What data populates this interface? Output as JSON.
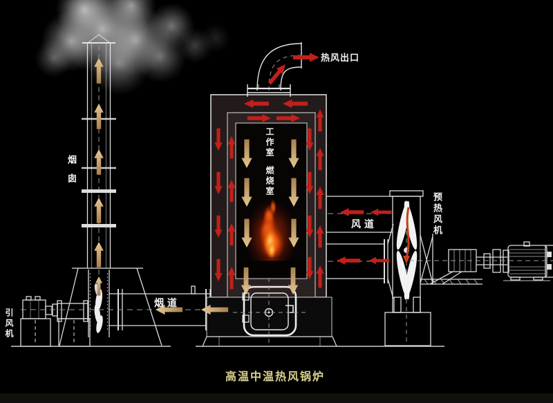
{
  "title": "高温中温热风锅炉",
  "labels": {
    "hot_air_outlet": "热风出口",
    "working_chamber": "工作室",
    "combustion_chamber": "燃烧室",
    "air_duct": "风 道",
    "preheat_fan": "预热风机",
    "chimney": "烟囱",
    "flue_duct": "烟 道",
    "induced_draft_fan": "引风机"
  },
  "colors": {
    "background": "#000000",
    "drawing_line": "#e8e8e8",
    "hot_air_arrow_red": "#c2201a",
    "flue_gas_arrow_tan": "#c9a26b",
    "label_text": "#f0f0f0",
    "title_text": "#d9d28e",
    "flame_core": "#ffc659",
    "flame_mid": "#f05a10",
    "flame_outer": "#7d1a02"
  }
}
